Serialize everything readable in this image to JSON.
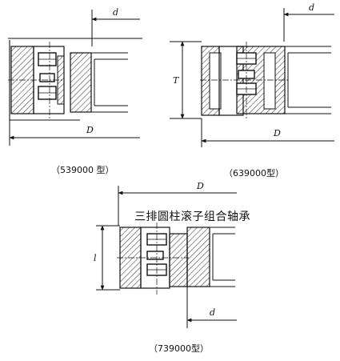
{
  "figures": [
    {
      "id": "539000",
      "caption": "（539000 型）",
      "dims": {
        "bore": "d",
        "outer": "D"
      }
    },
    {
      "id": "639000",
      "caption": "（639000型）",
      "dims": {
        "bore": "d",
        "height": "T",
        "outer": "D"
      }
    },
    {
      "id": "739000",
      "title": "三排圆柱滚子组合轴承",
      "caption": "（739000型）",
      "dims": {
        "bore": "d",
        "height": "l",
        "outer": "D"
      }
    }
  ]
}
